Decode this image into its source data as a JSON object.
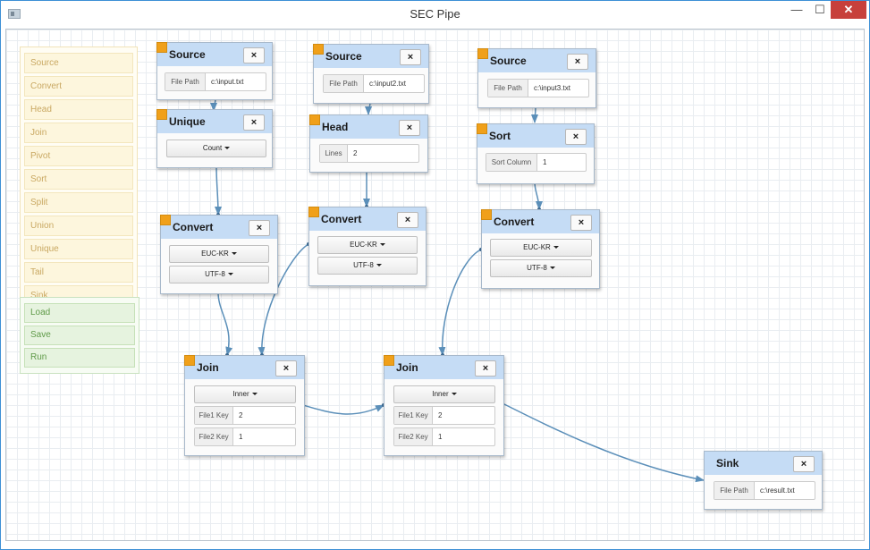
{
  "window": {
    "title": "SEC Pipe"
  },
  "palette": [
    "Source",
    "Convert",
    "Head",
    "Join",
    "Pivot",
    "Sort",
    "Split",
    "Union",
    "Unique",
    "Tail",
    "Sink"
  ],
  "actions": [
    "Load",
    "Save",
    "Run"
  ],
  "nodes": {
    "source1": {
      "title": "Source",
      "close": "×",
      "label": "File Path",
      "value": "c:\\input.txt"
    },
    "source2": {
      "title": "Source",
      "close": "×",
      "label": "File Path",
      "value": "c:\\input2.txt"
    },
    "source3": {
      "title": "Source",
      "close": "×",
      "label": "File Path",
      "value": "c:\\input3.txt"
    },
    "unique": {
      "title": "Unique",
      "close": "×",
      "mode": "Count"
    },
    "head": {
      "title": "Head",
      "close": "×",
      "label": "Lines",
      "value": "2"
    },
    "sort": {
      "title": "Sort",
      "close": "×",
      "label": "Sort Column",
      "value": "1"
    },
    "convert1": {
      "title": "Convert",
      "close": "×",
      "from": "EUC-KR",
      "to": "UTF-8"
    },
    "convert2": {
      "title": "Convert",
      "close": "×",
      "from": "EUC-KR",
      "to": "UTF-8"
    },
    "convert3": {
      "title": "Convert",
      "close": "×",
      "from": "EUC-KR",
      "to": "UTF-8"
    },
    "join1": {
      "title": "Join",
      "close": "×",
      "type": "Inner",
      "key1_label": "File1 Key",
      "key1": "2",
      "key2_label": "File2 Key",
      "key2": "1"
    },
    "join2": {
      "title": "Join",
      "close": "×",
      "type": "Inner",
      "key1_label": "File1 Key",
      "key1": "2",
      "key2_label": "File2 Key",
      "key2": "1"
    },
    "sink": {
      "title": "Sink",
      "close": "×",
      "label": "File Path",
      "value": "c:\\result.txt"
    }
  },
  "colors": {
    "node_header": "#c5dcf5",
    "badge": "#f0a01a",
    "wire": "#5b8fb9",
    "palette": "#fdf6dd",
    "actions": "#e6f3df",
    "close_button": "#c7403b"
  }
}
